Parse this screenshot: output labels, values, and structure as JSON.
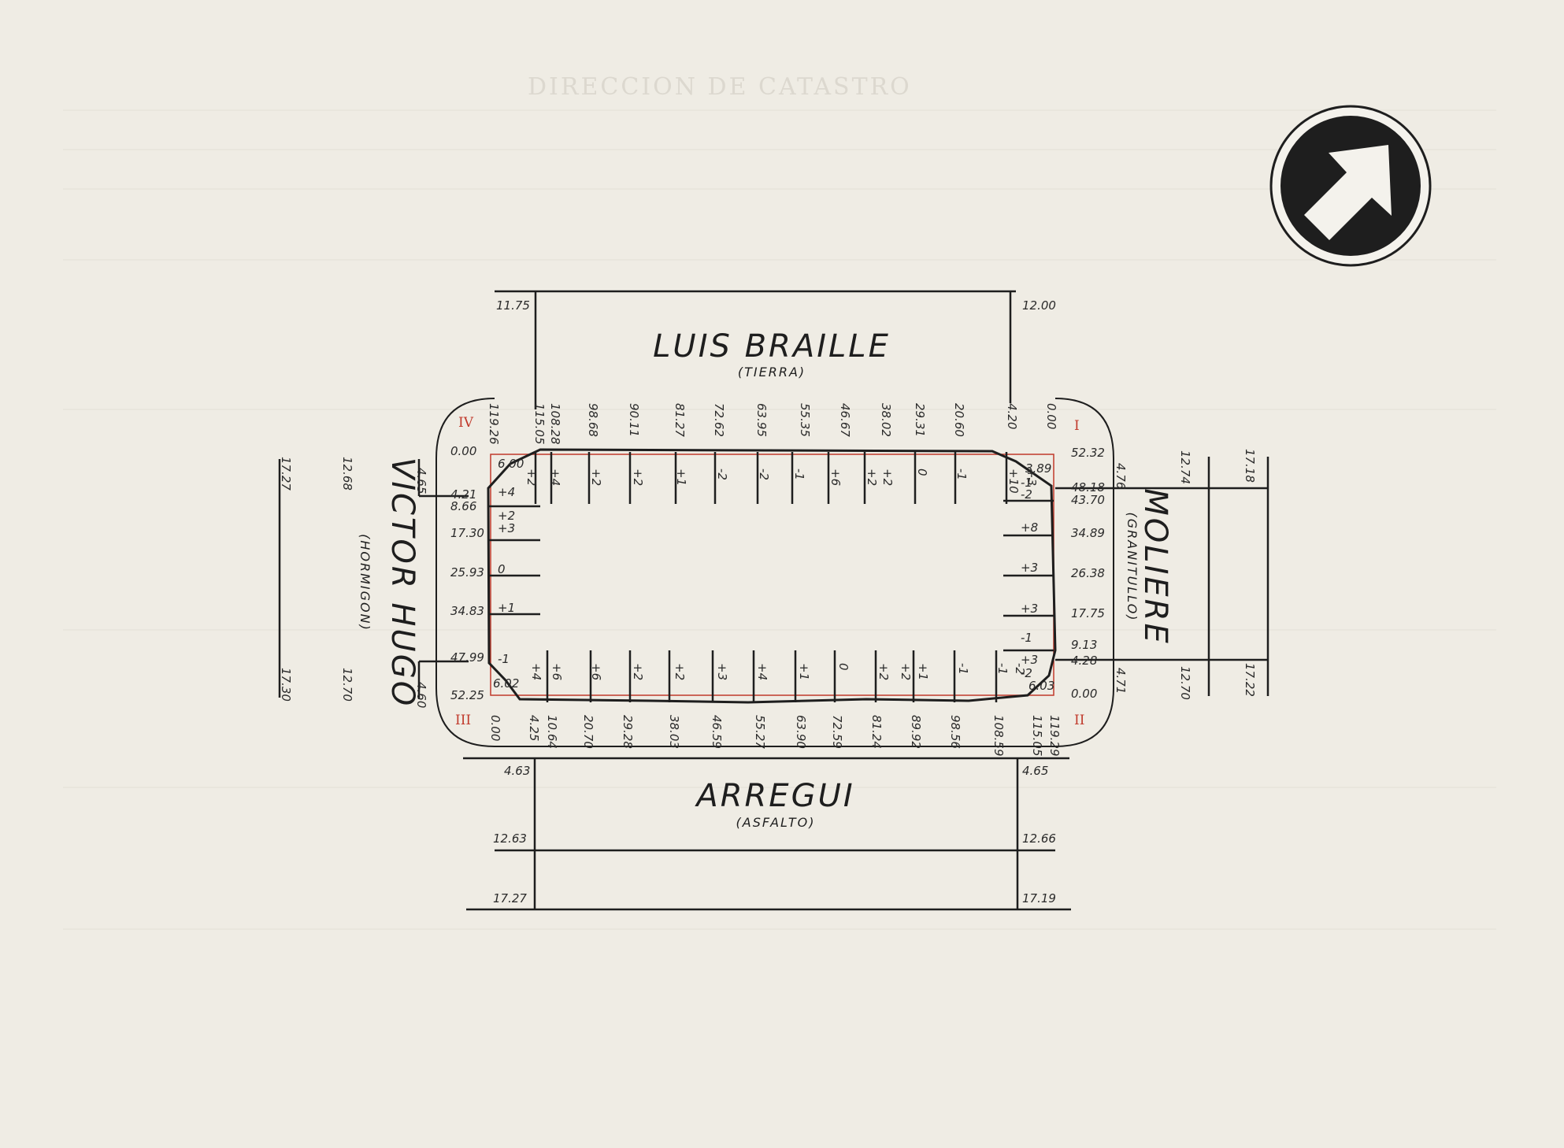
{
  "ghost_heading": "DIRECCION DE CATASTRO",
  "north_arrow_icon": "north-arrow-icon",
  "streets": {
    "top": {
      "name": "LUIS BRAILLE",
      "surface": "(TIERRA)"
    },
    "bottom": {
      "name": "ARREGUI",
      "surface": "(ASFALTO)"
    },
    "left": {
      "name": "VICTOR HUGO",
      "surface": "(HORMIGON)"
    },
    "right": {
      "name": "MOLIERE",
      "surface": "(GRANITULLO)"
    }
  },
  "corners": {
    "I": "I",
    "II": "II",
    "III": "III",
    "IV": "IV"
  },
  "corner_chamfers": {
    "tl": "6.00",
    "tr": "3.89",
    "bl": "6.02",
    "br": "6.03"
  },
  "street_widths": {
    "top_left": "11.75",
    "top_right": "12.00",
    "bottom_left_1": "4.63",
    "bottom_right_1": "4.65",
    "bottom_left_2": "12.63",
    "bottom_right_2": "12.66",
    "bottom_left_3": "17.27",
    "bottom_right_3": "17.19",
    "left_top_1": "4.65",
    "left_top_2": "12.68",
    "left_top_3": "17.27",
    "left_bot_1": "4.60",
    "left_bot_2": "12.70",
    "left_bot_3": "17.30",
    "right_top_1": "4.76",
    "right_top_2": "12.74",
    "right_top_3": "17.18",
    "right_bot_1": "4.71",
    "right_bot_2": "12.70",
    "right_bot_3": "17.22"
  },
  "top_side": {
    "distances": [
      "119.26",
      "115.05",
      "108.28",
      "98.68",
      "90.11",
      "81.27",
      "72.62",
      "63.95",
      "55.35",
      "46.67",
      "38.02",
      "29.31",
      "20.60",
      "4.20",
      "0.00"
    ],
    "levels": [
      "+2",
      "+4",
      "+2",
      "+2",
      "+1",
      "-2",
      "-2",
      "-1",
      "+6",
      "+2",
      "+2",
      "0",
      "-1",
      "+10",
      "+3"
    ]
  },
  "bottom_side": {
    "distances": [
      "0.00",
      "4.25",
      "10.64",
      "20.70",
      "29.28",
      "38.03",
      "46.59",
      "55.27",
      "63.90",
      "72.59",
      "81.24",
      "89.92",
      "98.56",
      "108.59",
      "115.05",
      "119.29"
    ],
    "levels": [
      "+4",
      "+6",
      "+6",
      "+2",
      "+2",
      "+3",
      "+4",
      "+1",
      "0",
      "+2",
      "+2",
      "+1",
      "-1",
      "-1",
      "-2"
    ]
  },
  "left_side": {
    "distances": [
      "0.00",
      "4.21",
      "8.66",
      "17.30",
      "25.93",
      "34.83",
      "47.99",
      "52.25"
    ],
    "levels": [
      "+4",
      "+2",
      "+3",
      "0",
      "+1",
      "-1"
    ]
  },
  "right_side": {
    "distances": [
      "52.32",
      "48.18",
      "43.70",
      "34.89",
      "26.38",
      "17.75",
      "9.13",
      "4.28",
      "0.00"
    ],
    "levels": [
      "-1",
      "-2",
      "+8",
      "+3",
      "+3",
      "-1",
      "+3",
      "-2"
    ]
  }
}
